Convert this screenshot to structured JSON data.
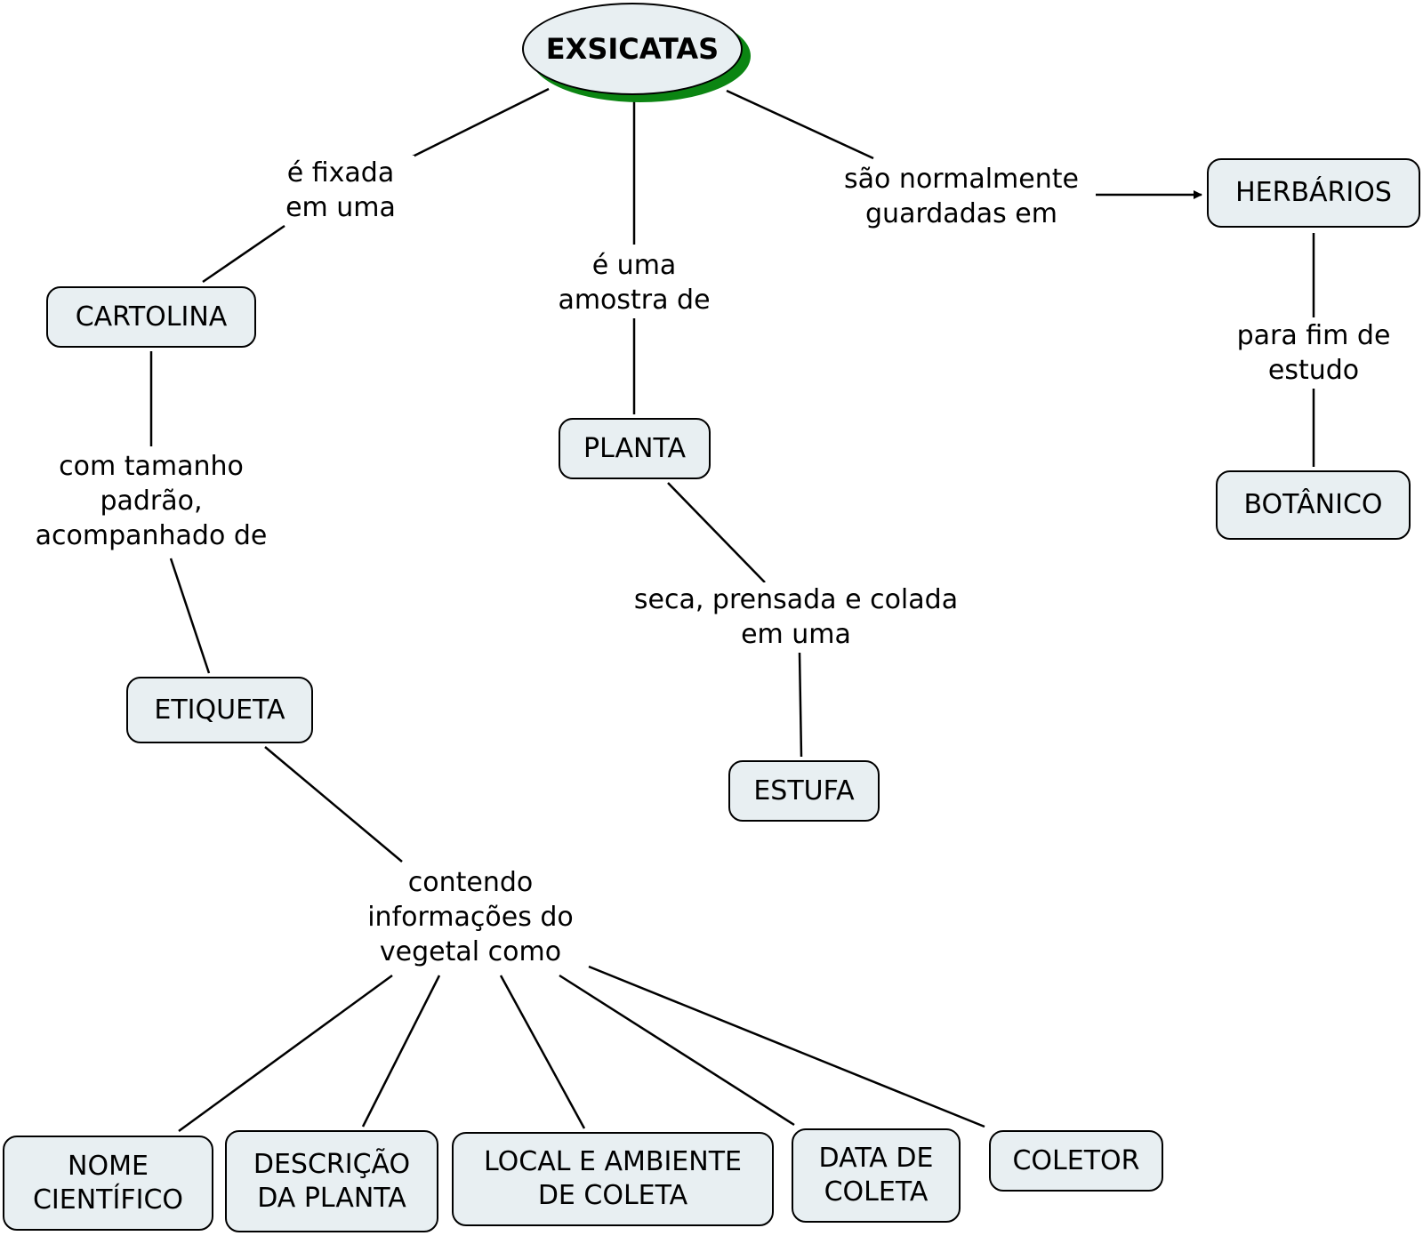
{
  "root": "EXSICATAS",
  "nodes": {
    "cartolina": "CARTOLINA",
    "etiqueta": "ETIQUETA",
    "planta": "PLANTA",
    "estufa": "ESTUFA",
    "herbarios": "HERBÁRIOS",
    "botanico": "BOTÂNICO",
    "nome_cientifico": "NOME\nCIENTÍFICO",
    "descricao": "DESCRIÇÃO\nDA PLANTA",
    "local": "LOCAL E AMBIENTE\nDE COLETA",
    "data_coleta": "DATA DE\nCOLETA",
    "coletor": "COLETOR"
  },
  "links": {
    "fixada": "é fixada\nem uma",
    "amostra": "é uma\namostra de",
    "guardadas": "são normalmente\nguardadas em",
    "fim_estudo": "para fim de\nestudo",
    "tamanho": "com tamanho\npadrão,\nacompanhado de",
    "seca": "seca, prensada e colada\nem uma",
    "contendo": "contendo\ninformações do\nvegetal como"
  },
  "colors": {
    "node_fill": "#e8eff2",
    "root_shadow": "#0b8512",
    "line": "#000000"
  }
}
